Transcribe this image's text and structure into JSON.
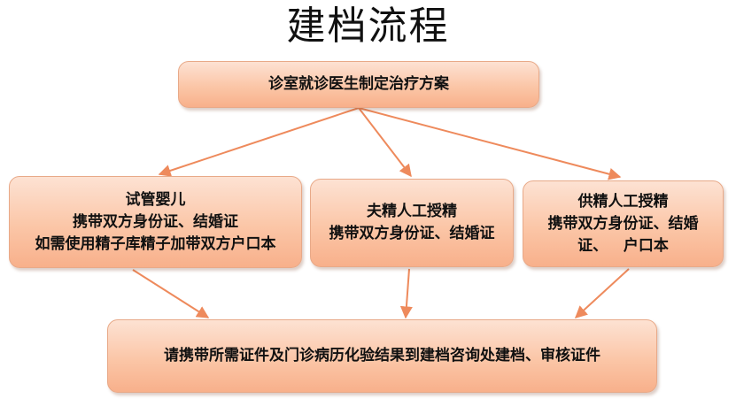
{
  "title": "建档流程",
  "nodes": {
    "top": {
      "lines": [
        "诊室就诊医生制定治疗方案"
      ]
    },
    "left": {
      "lines": [
        "试管婴儿",
        "携带双方身份证、结婚证",
        "如需使用精子库精子加带双方户口本"
      ]
    },
    "mid": {
      "lines": [
        "夫精人工授精",
        "携带双方身份证、结婚证"
      ]
    },
    "right": {
      "lines": [
        "供精人工授精",
        "携带双方身份证、结婚",
        "证、   户口本"
      ]
    },
    "bottom": {
      "lines": [
        "请携带所需证件及门诊病历化验结果到建档咨询处建档、审核证件"
      ]
    }
  },
  "colors": {
    "node_fill_top": "#fde2d3",
    "node_fill_bottom": "#f8b08b",
    "node_border": "#e8a988",
    "arrow": "#ee8a5c"
  }
}
